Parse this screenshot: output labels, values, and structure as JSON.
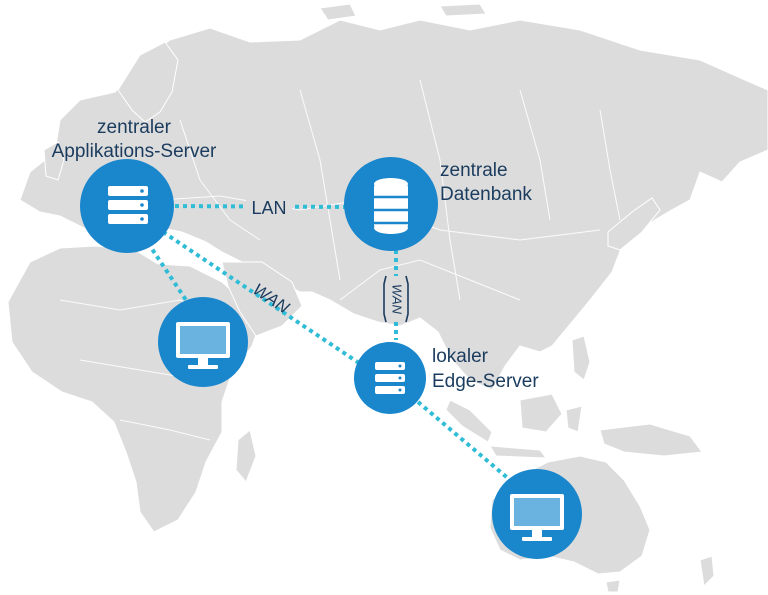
{
  "colors": {
    "land": "#dcdcdc",
    "border": "#ffffff",
    "node": "#1a86cc",
    "icon": "#ffffff",
    "monitor_screen": "#6ab2e0",
    "link": "#2fbcd6",
    "label_text": "#1b3c5e"
  },
  "nodes": {
    "central_app_server": {
      "icon": "server-stack-icon",
      "label_line1": "zentraler",
      "label_line2": "Applikations-Server"
    },
    "central_database": {
      "icon": "database-icon",
      "label_line1": "zentrale",
      "label_line2": "Datenbank"
    },
    "local_edge_server": {
      "icon": "server-stack-icon",
      "label_line1": "lokaler",
      "label_line2": "Edge-Server"
    },
    "client_africa": {
      "icon": "monitor-icon"
    },
    "client_australia": {
      "icon": "monitor-icon"
    }
  },
  "links": {
    "lan_label": "LAN",
    "wan_label_diagonal": "WAN",
    "wan_label_vertical": "WAN"
  }
}
